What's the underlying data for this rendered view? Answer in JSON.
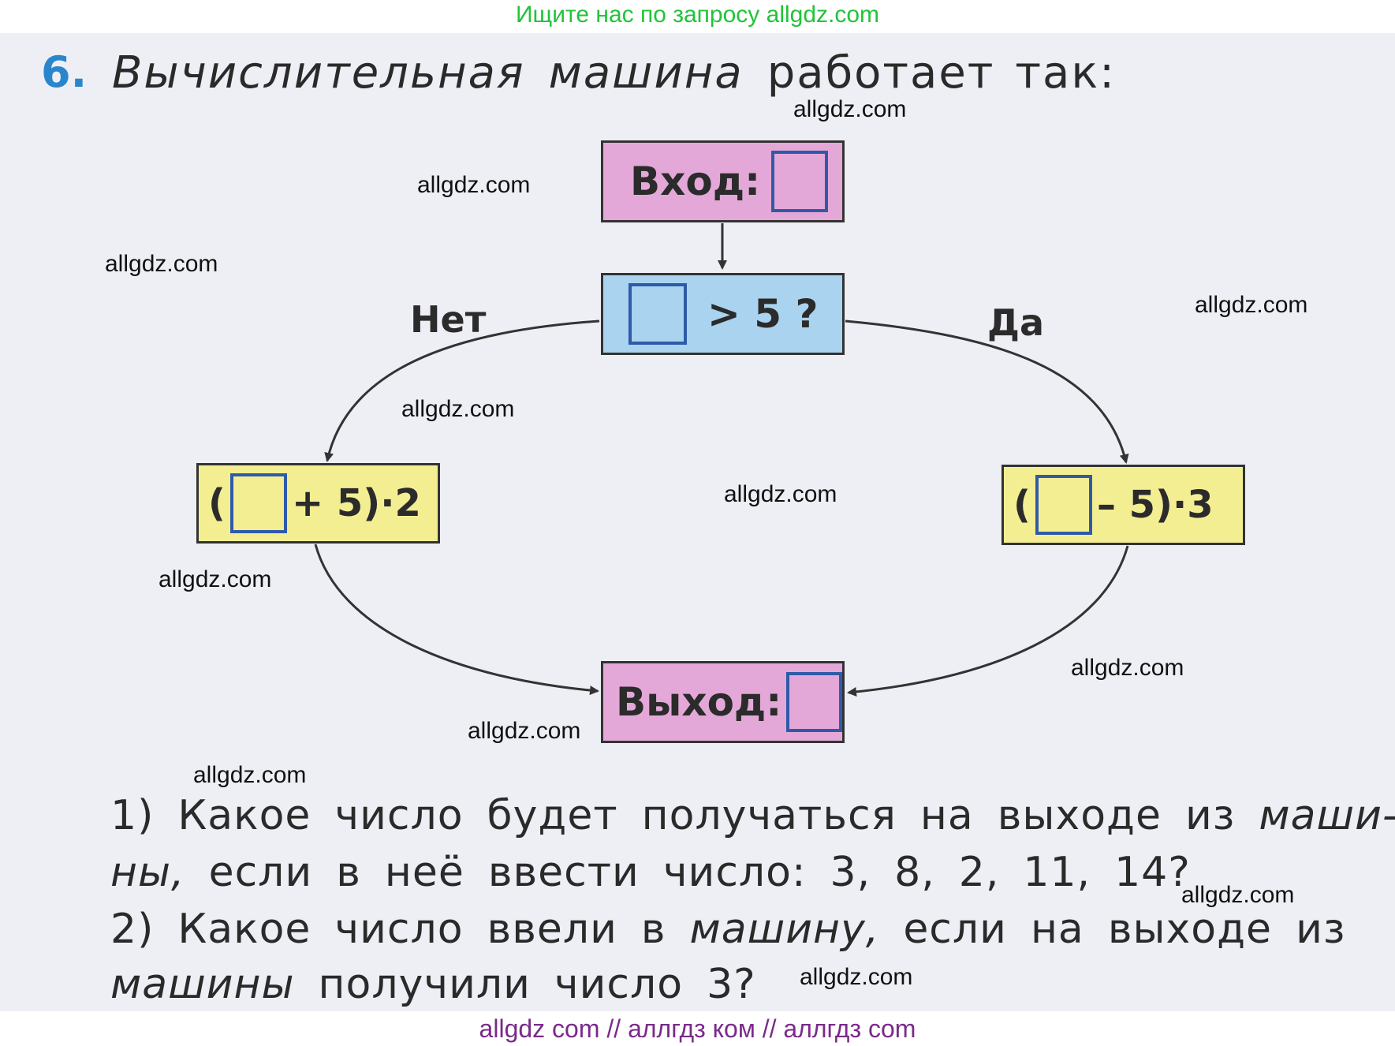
{
  "banner_top": "Ищите нас по запросу allgdz.com",
  "banner_bottom": "allgdz com  //  аллгдз ком  //  аллгдз com",
  "task": {
    "number": "6.",
    "heading_italic_1": "Вычислительная",
    "heading_italic_2": "машина",
    "heading_plain_1": "работает",
    "heading_plain_2": "так:"
  },
  "flowchart": {
    "input_label": "Вход:",
    "condition_text": "> 5 ?",
    "branch_no": "Нет",
    "branch_yes": "Да",
    "left_open": "(",
    "left_rest": "+ 5)·2",
    "right_open": "(",
    "right_rest": "– 5)·3",
    "output_label": "Выход:",
    "box_input_color": "#e4a8d8",
    "box_condition_color": "#a9d3ee",
    "box_formula_color": "#f4ee93",
    "box_output_color": "#e4a8d8"
  },
  "questions": {
    "q1": {
      "w1": "1)",
      "w2": "Какое",
      "w3": "число",
      "w4": "будет",
      "w5": "получаться",
      "w6": "на",
      "w7": "выходе",
      "w8": "из",
      "w9_italic": "маши-",
      "w10_italic": "ны,",
      "w11": "если",
      "w12": "в",
      "w13": "неё",
      "w14": "ввести",
      "w15": "число:",
      "w16": "3,",
      "w17": "8,",
      "w18": "2,",
      "w19": "11,",
      "w20": "14?"
    },
    "q2": {
      "w1": "2)",
      "w2": "Какое",
      "w3": "число",
      "w4": "ввели",
      "w5": "в",
      "w6_italic": "машину,",
      "w7": "если",
      "w8": "на",
      "w9": "выходе",
      "w10": "из",
      "w11_italic": "машины",
      "w12": "получили",
      "w13": "число",
      "w14": "3?"
    }
  },
  "watermark_text": "allgdz.com"
}
